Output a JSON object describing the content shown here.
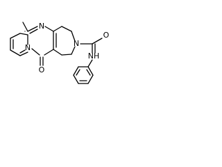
{
  "molecule": {
    "atom_labels": {
      "ring_n_upper": "N",
      "ring_n_bridge": "N",
      "ring_n_amine": "N",
      "carbonyl_o_ring": "O",
      "carbonyl_o_amide": "O",
      "amide_nh": "NH"
    }
  }
}
